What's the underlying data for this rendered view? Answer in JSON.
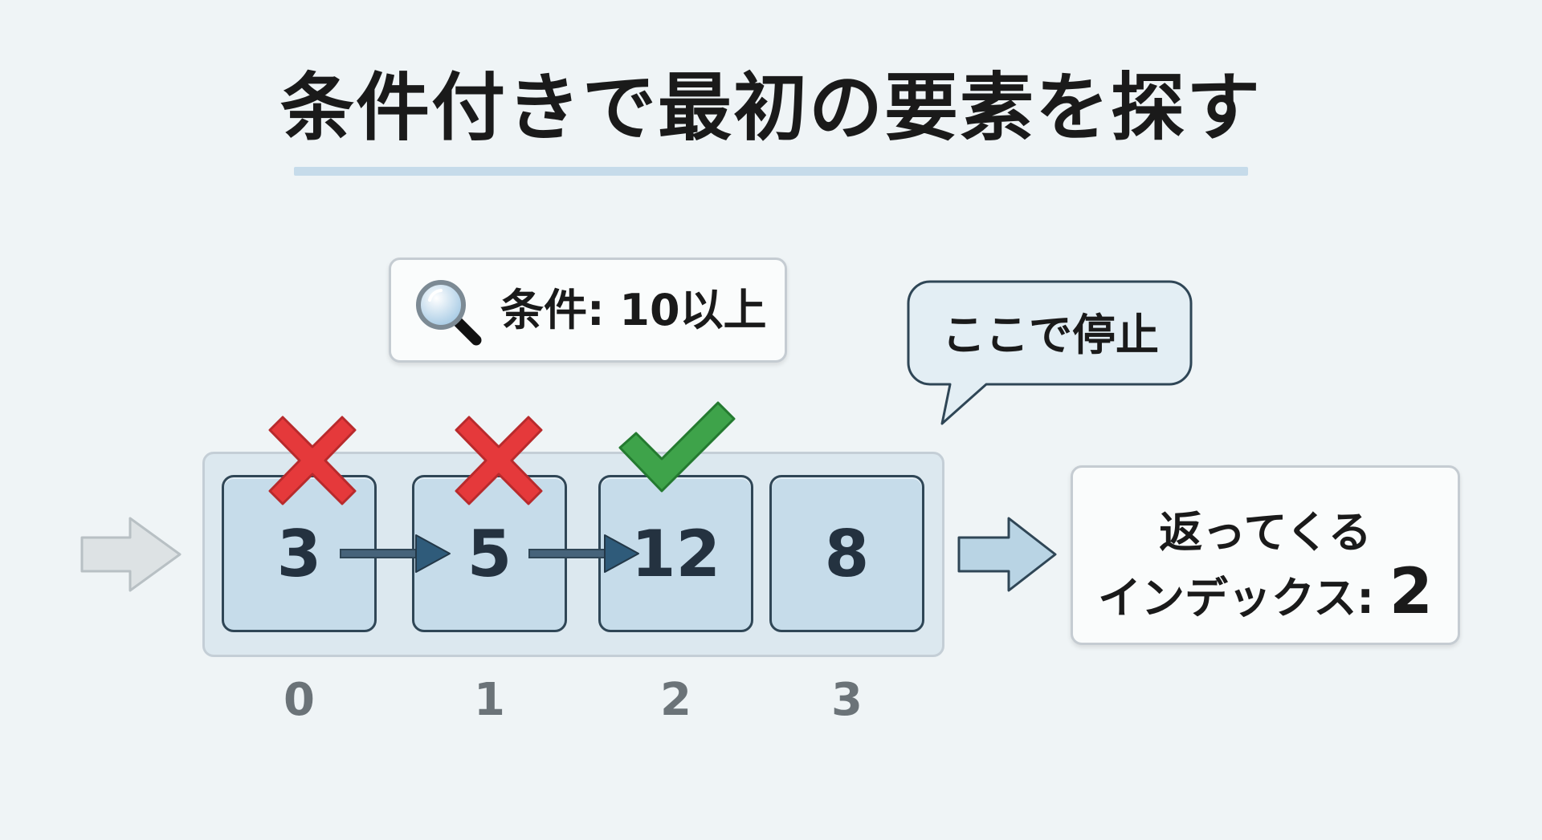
{
  "title": "条件付きで最初の要素を探す",
  "condition": {
    "label": "条件: 10以上",
    "icon": "magnifier-icon"
  },
  "callout": {
    "text": "ここで停止"
  },
  "array": {
    "cells": [
      {
        "value": "3",
        "index": "0",
        "status": "no-match"
      },
      {
        "value": "5",
        "index": "1",
        "status": "no-match"
      },
      {
        "value": "12",
        "index": "2",
        "status": "match"
      },
      {
        "value": "8",
        "index": "3",
        "status": "not-checked"
      }
    ]
  },
  "result": {
    "line1": "返ってくる",
    "line2_prefix": "インデックス: ",
    "value": "2"
  },
  "colors": {
    "background": "#eff4f6",
    "cell_fill": "#c6dcea",
    "cell_border": "#2f4656",
    "cross": "#e5393b",
    "check": "#3ea34a",
    "arrow_dark": "#2f4656",
    "arrow_light_fill": "#d6e4ec",
    "arrow_blue_fill": "#b9d4e4",
    "title_rule": "#c6dbea"
  },
  "icons": [
    "magnifier-icon",
    "cross-icon",
    "check-icon",
    "arrow-right-icon"
  ]
}
